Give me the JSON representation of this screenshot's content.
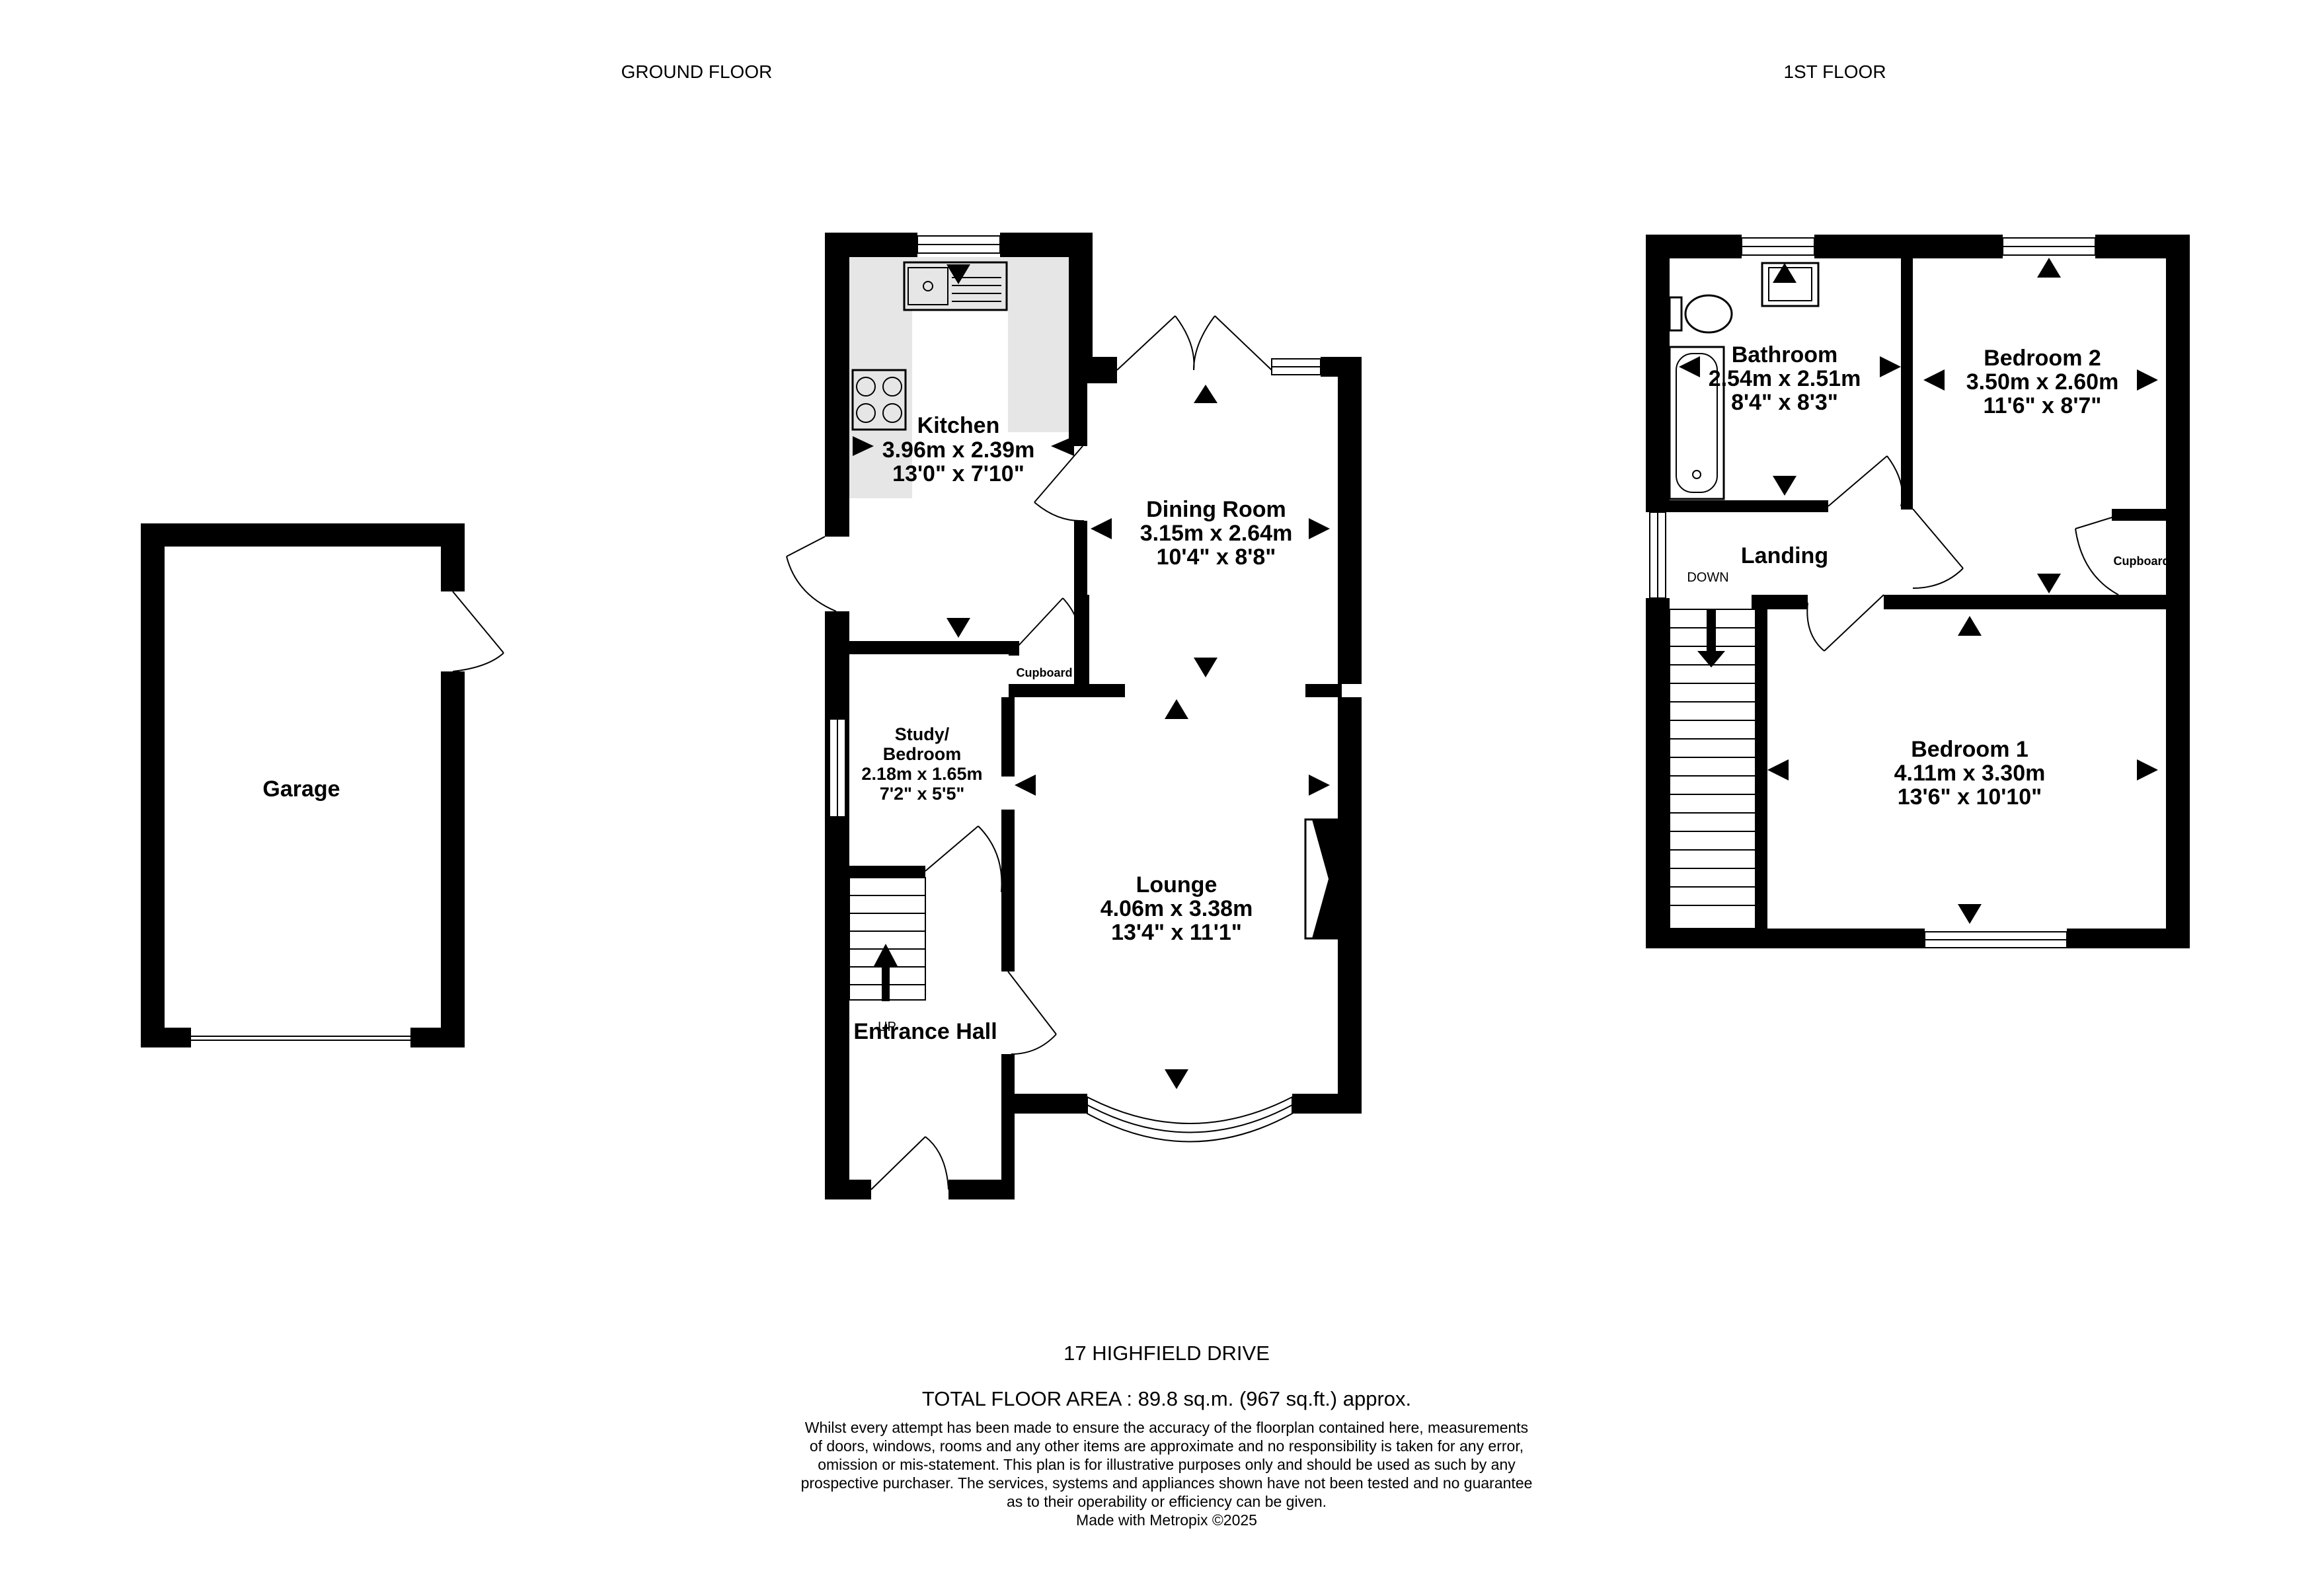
{
  "headings": {
    "ground_floor": "GROUND FLOOR",
    "first_floor": "1ST FLOOR"
  },
  "rooms": {
    "garage": {
      "name": "Garage"
    },
    "kitchen": {
      "name": "Kitchen",
      "metric": "3.96m  x 2.39m",
      "imperial": "13'0\"  x 7'10\""
    },
    "dining": {
      "name": "Dining Room",
      "metric": "3.15m  x 2.64m",
      "imperial": "10'4\"  x 8'8\""
    },
    "study": {
      "name_line1": "Study/",
      "name_line2": "Bedroom",
      "metric": "2.18m  x 1.65m",
      "imperial": "7'2\"  x 5'5\""
    },
    "lounge": {
      "name": "Lounge",
      "metric": "4.06m  x 3.38m",
      "imperial": "13'4\"  x 11'1\""
    },
    "hall": {
      "name": "Entrance Hall",
      "stair_label": "UP"
    },
    "cupboard_ground": {
      "name": "Cupboard"
    },
    "bathroom": {
      "name": "Bathroom",
      "metric": "2.54m  x 2.51m",
      "imperial": "8'4\"  x 8'3\""
    },
    "bedroom2": {
      "name": "Bedroom 2",
      "metric": "3.50m  x 2.60m",
      "imperial": "11'6\"  x 8'7\""
    },
    "landing": {
      "name": "Landing",
      "stair_label": "DOWN"
    },
    "cupboard_first": {
      "name": "Cupboard"
    },
    "bedroom1": {
      "name": "Bedroom 1",
      "metric": "4.11m  x 3.30m",
      "imperial": "13'6\"  x 10'10\""
    }
  },
  "footer": {
    "address": "17 HIGHFIELD DRIVE",
    "total_area": "TOTAL FLOOR AREA : 89.8 sq.m. (967 sq.ft.) approx.",
    "disclaimer": [
      "Whilst every attempt has been made to ensure the accuracy of the floorplan contained here, measurements",
      "of doors, windows, rooms and any other items are approximate and no responsibility is taken for any error,",
      "omission or mis-statement. This plan is for illustrative purposes only and should be used as such by any",
      "prospective purchaser. The services, systems and appliances shown have not been tested and no guarantee",
      "as to their operability or efficiency can be given.",
      "Made with Metropix ©2025"
    ]
  }
}
